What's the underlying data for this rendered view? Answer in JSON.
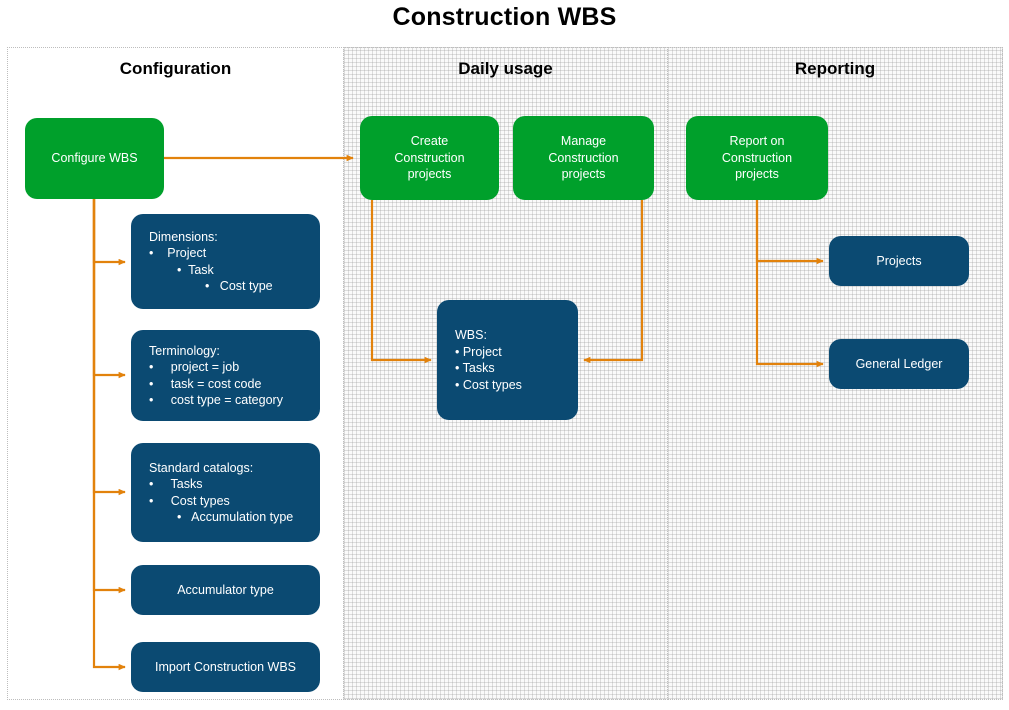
{
  "title": "Construction WBS",
  "accent_colors": {
    "green": "#00A02B",
    "blue": "#0B4A72",
    "arrow_orange": "#E2820C",
    "lane_border": "#bdbdbd",
    "text_on_node": "#ffffff",
    "title_text": "#000000"
  },
  "lanes": [
    {
      "id": "configuration",
      "title": "Configuration",
      "background": "plain"
    },
    {
      "id": "daily-usage",
      "title": "Daily usage",
      "background": "hatched"
    },
    {
      "id": "reporting",
      "title": "Reporting",
      "background": "hatched"
    }
  ],
  "nodes": {
    "configure_wbs": {
      "label": "Configure WBS",
      "type": "green"
    },
    "dimensions": {
      "type": "blue",
      "heading": "Dimensions:",
      "lines": [
        "•    Project",
        "•  Task",
        "•   Cost type"
      ],
      "items": [
        "Project",
        "Task",
        "Cost type"
      ]
    },
    "terminology": {
      "type": "blue",
      "heading": "Terminology:",
      "lines": [
        "•     project = job",
        "•     task = cost code",
        "•     cost type = category"
      ],
      "items": [
        "project = job",
        "task = cost code",
        "cost type = category"
      ]
    },
    "standard_catalogs": {
      "type": "blue",
      "heading": "Standard catalogs:",
      "lines": [
        "•     Tasks",
        "•     Cost types",
        "•   Accumulation type"
      ],
      "items": [
        "Tasks",
        "Cost types",
        "Accumulation type"
      ]
    },
    "accumulator_type": {
      "label": "Accumulator type",
      "type": "blue"
    },
    "import_construction_wbs": {
      "label": "Import Construction WBS",
      "type": "blue"
    },
    "create_construction_projects": {
      "label": "Create\nConstruction\nprojects",
      "type": "green"
    },
    "manage_construction_projects": {
      "label": "Manage\nConstruction\nprojects",
      "type": "green"
    },
    "wbs": {
      "type": "blue",
      "heading": "WBS:",
      "lines": [
        "• Project",
        "• Tasks",
        "• Cost types"
      ],
      "items": [
        "Project",
        "Tasks",
        "Cost types"
      ]
    },
    "report_on_construction_projects": {
      "label": "Report on\nConstruction\nprojects",
      "type": "green"
    },
    "projects": {
      "label": "Projects",
      "type": "blue"
    },
    "general_ledger": {
      "label": "General Ledger",
      "type": "blue"
    }
  },
  "connections": [
    {
      "from": "configure_wbs",
      "to": "create_construction_projects"
    },
    {
      "from": "configure_wbs",
      "to": "dimensions"
    },
    {
      "from": "configure_wbs",
      "to": "terminology"
    },
    {
      "from": "configure_wbs",
      "to": "standard_catalogs"
    },
    {
      "from": "configure_wbs",
      "to": "accumulator_type"
    },
    {
      "from": "configure_wbs",
      "to": "import_construction_wbs"
    },
    {
      "from": "create_construction_projects",
      "to": "wbs"
    },
    {
      "from": "manage_construction_projects",
      "to": "wbs"
    },
    {
      "from": "report_on_construction_projects",
      "to": "projects"
    },
    {
      "from": "report_on_construction_projects",
      "to": "general_ledger"
    }
  ]
}
